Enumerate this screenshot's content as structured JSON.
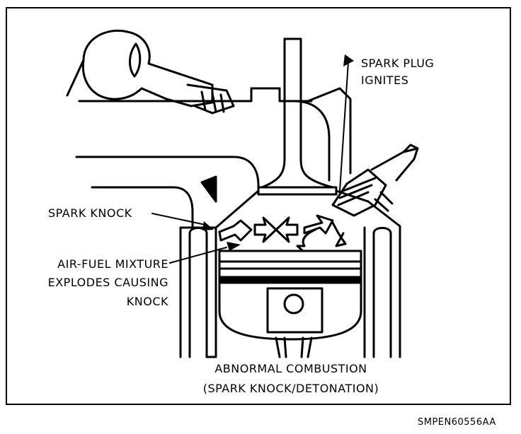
{
  "labels": {
    "spark_plug_ignites_line1": "SPARK PLUG",
    "spark_plug_ignites_line2": "IGNITES",
    "spark_knock": "SPARK KNOCK",
    "air_fuel_line1": "AIR-FUEL MIXTURE",
    "air_fuel_line2": "EXPLODES CAUSING",
    "air_fuel_line3": "KNOCK",
    "caption_line1": "ABNORMAL COMBUSTION",
    "caption_line2": "(SPARK KNOCK/DETONATION)",
    "figure_code": "SMPEN60556AA"
  },
  "colors": {
    "ink": "#000000",
    "background": "#ffffff"
  },
  "icons": [
    "fuel-injector",
    "intake-valve",
    "spark-plug",
    "piston",
    "connecting-rod",
    "flame-arrows"
  ]
}
